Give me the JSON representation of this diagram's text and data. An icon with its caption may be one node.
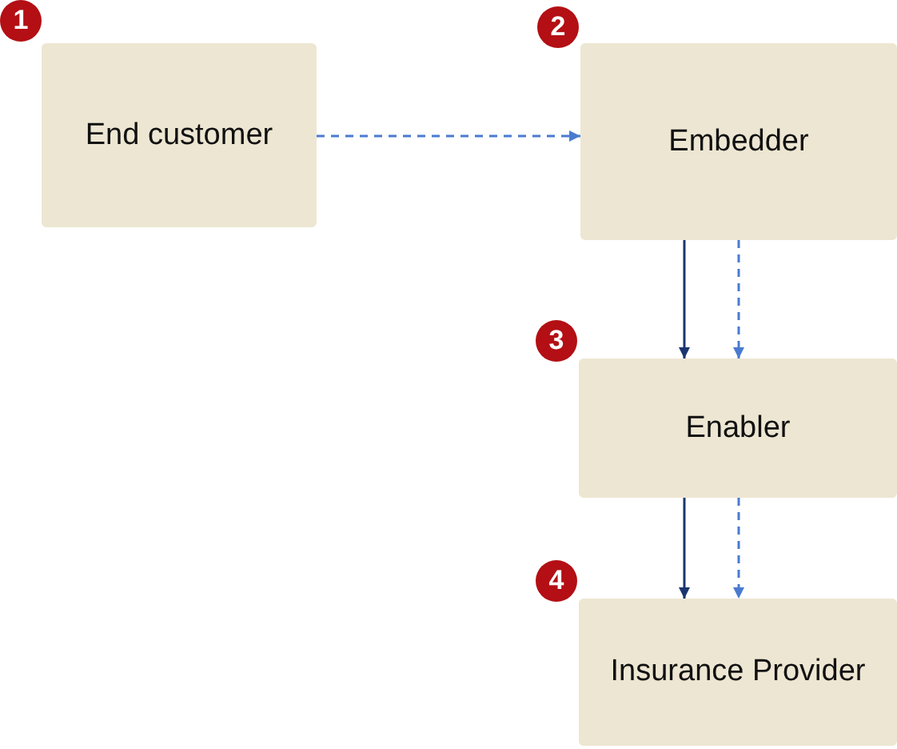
{
  "diagram": {
    "nodes": [
      {
        "text": [
          "End customer"
        ],
        "beside": [
          "1"
        ]
      },
      {
        "text": [
          "Embedder"
        ],
        "beside": [
          "2"
        ]
      },
      {
        "text": [
          "Enabler"
        ],
        "beside": [
          "3"
        ]
      },
      {
        "text": [
          "Insurance Provider"
        ],
        "beside": [
          "4"
        ]
      }
    ],
    "edges": [
      {
        "from": 0,
        "to": 1,
        "arrow": "to",
        "style": "dashed"
      },
      {
        "from": 1,
        "to": 2,
        "arrow": "to",
        "color": "#1a3570"
      },
      {
        "from": 1,
        "to": 2,
        "arrow": "to",
        "style": "dashed"
      },
      {
        "from": 2,
        "to": 3,
        "arrow": "to",
        "color": "#1a3570"
      },
      {
        "from": 2,
        "to": 3,
        "arrow": "to",
        "style": "dashed"
      }
    ]
  }
}
